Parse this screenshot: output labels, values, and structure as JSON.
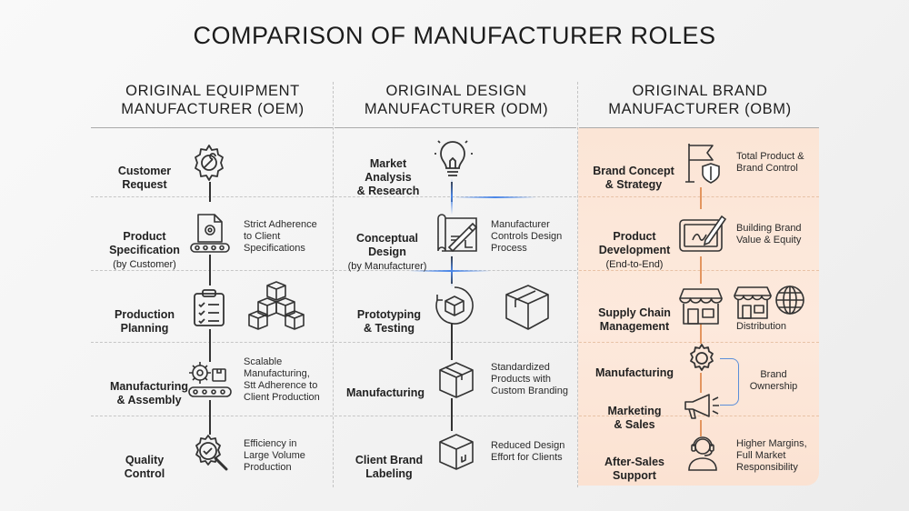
{
  "title": "COMPARISON OF MANUFACTURER ROLES",
  "columns": {
    "oem": {
      "heading": "ORIGINAL EQUIPMENT\nMANUFACTURER (OEM)",
      "rows": [
        {
          "label": "Customer\nRequest",
          "sub": "",
          "icon": "gear-wrench-icon",
          "note": ""
        },
        {
          "label": "Product\nSpecification",
          "sub": "(by Customer)",
          "icon": "spec-document-conveyor-icon",
          "note": "Strict Adherence\nto Client\nSpecifications"
        },
        {
          "label": "Production\nPlanning",
          "sub": "",
          "icon": "clipboard-checklist-icon",
          "note": "",
          "extra_icon": "stacked-boxes-icon"
        },
        {
          "label": "Manufacturing\n& Assembly",
          "sub": "",
          "icon": "gear-conveyor-icon",
          "note": "Scalable\nManufacturing,\nStt Adherence to\nClient Production"
        },
        {
          "label": "Quality\nControl",
          "sub": "",
          "icon": "gear-magnifier-icon",
          "note": "Efficiency in\nLarge Volume\nProduction"
        }
      ]
    },
    "odm": {
      "heading": "ORIGINAL DESIGN\nMANUFACTURER (ODM)",
      "rows": [
        {
          "label": "Market\nAnalysis\n& Research",
          "sub": "",
          "icon": "lightbulb-icon",
          "note": ""
        },
        {
          "label": "Conceptual\nDesign",
          "sub": "(by Manufacturer)",
          "icon": "blueprint-pencil-icon",
          "note": "Manufacturer\nControls Design\nProcess"
        },
        {
          "label": "Prototyping\n& Testing",
          "sub": "",
          "icon": "cube-circle-icon",
          "note": "",
          "extra_icon": "box-icon"
        },
        {
          "label": "Manufacturing",
          "sub": "",
          "icon": "open-box-icon",
          "note": "Standardized\nProducts with\nCustom Branding"
        },
        {
          "label": "Client Brand\nLabeling",
          "sub": "",
          "icon": "package-icon",
          "note": "Reduced Design\nEffort for Clients"
        }
      ]
    },
    "obm": {
      "heading": "ORIGINAL BRAND\nMANUFACTURER (OBM)",
      "rows": [
        {
          "label": "Brand Concept\n& Strategy",
          "sub": "",
          "icon": "flag-shield-icon",
          "note": "Total Product &\nBrand Control"
        },
        {
          "label": "Product\nDevelopment",
          "sub": "(End-to-End)",
          "icon": "tablet-pencil-icon",
          "note": "Building Brand\nValue & Equity"
        },
        {
          "label": "Supply Chain\nManagement",
          "sub": "",
          "icon": "storefront-icon",
          "note": "Distribution",
          "extra_icons": [
            "shop-icon",
            "globe-icon"
          ]
        },
        {
          "label": "Manufacturing",
          "sub": "",
          "icon": "gear-icon",
          "note": ""
        },
        {
          "label": "Marketing\n& Sales",
          "sub": "",
          "icon": "megaphone-icon",
          "note": ""
        },
        {
          "label": "After-Sales\nSupport",
          "sub": "",
          "icon": "headset-agent-icon",
          "note": "Higher Margins,\nFull Market\nResponsibility"
        }
      ],
      "bracket_note": "Brand\nOwnership"
    }
  },
  "colors": {
    "line": "#333333",
    "obm_accent": "#e3955f",
    "glow_blue": "#4a86e8",
    "obm_panel": "#fbe5d6"
  }
}
